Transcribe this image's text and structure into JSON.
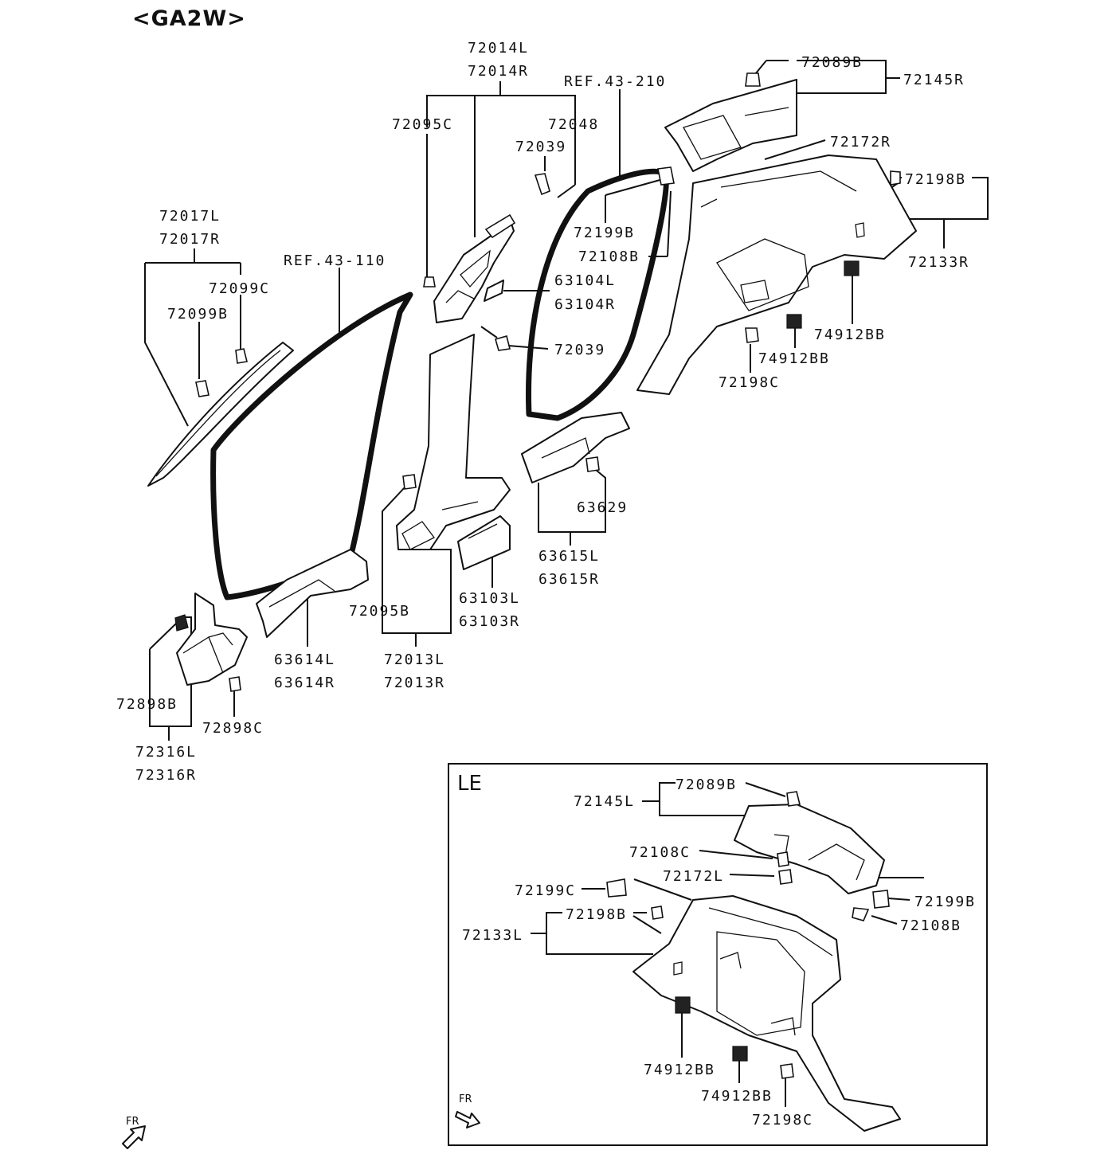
{
  "title": "<GA2W>",
  "inset": {
    "label": "LE"
  },
  "fr": "FR",
  "labels": {
    "p72014L": "72014L",
    "p72014R": "72014R",
    "p72095C": "72095C",
    "p72048": "72048",
    "p72039a": "72039",
    "ref43210": "REF.43-210",
    "p72089B": "72089B",
    "p72145R": "72145R",
    "p72172R": "72172R",
    "p72198B": "72198B",
    "p72133R": "72133R",
    "p72199B": "72199B",
    "p72108B": "72108B",
    "p72017L": "72017L",
    "p72017R": "72017R",
    "ref43110": "REF.43-110",
    "p72099C": "72099C",
    "p72099B": "72099B",
    "p63104L": "63104L",
    "p63104R": "63104R",
    "p72039b": "72039",
    "p74912BBa": "74912BB",
    "p74912BBb": "74912BB",
    "p72198C": "72198C",
    "p63629": "63629",
    "p63615L": "63615L",
    "p63615R": "63615R",
    "p63103L": "63103L",
    "p63103R": "63103R",
    "p72095B": "72095B",
    "p63614L": "63614L",
    "p63614R": "63614R",
    "p72013L": "72013L",
    "p72013R": "72013R",
    "p72898B": "72898B",
    "p72898C": "72898C",
    "p72316L": "72316L",
    "p72316R": "72316R",
    "i72089B": "72089B",
    "i72145L": "72145L",
    "i72108C": "72108C",
    "i72172L": "72172L",
    "i72199C": "72199C",
    "i72198B": "72198B",
    "i72133L": "72133L",
    "i72199B": "72199B",
    "i72108B": "72108B",
    "i74912BBa": "74912BB",
    "i74912BBb": "74912BB",
    "i72198C": "72198C"
  }
}
